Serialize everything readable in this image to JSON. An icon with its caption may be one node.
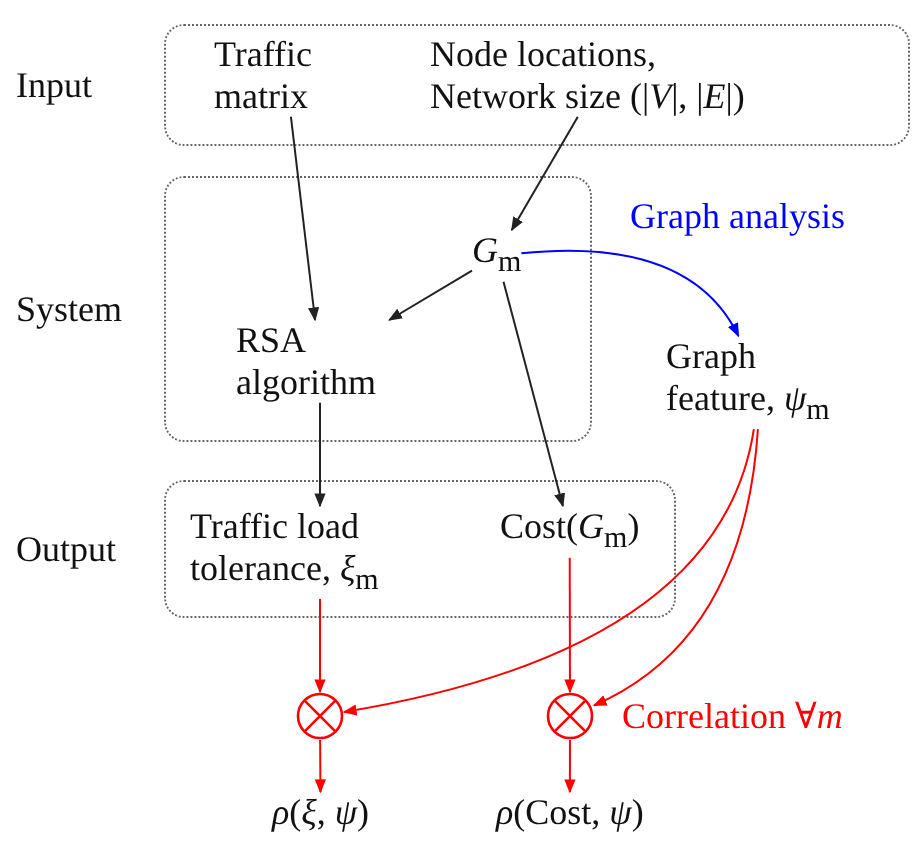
{
  "diagram": {
    "nodes": [
      {
        "text": [
          "Input"
        ]
      },
      {
        "text": [
          "Traffic matrix"
        ],
        "in": 0
      },
      {
        "text": [
          "Node locations, Network size (|*V*|, |*E*|)"
        ],
        "in": 0
      },
      {
        "text": [
          "System"
        ]
      },
      {
        "text": [
          "*G*$_{m}$"
        ],
        "in": 3
      },
      {
        "text": [
          "RSA algorithm"
        ],
        "in": 3
      },
      {
        "text": [
          "Graph feature,  *ψ*$_{m}$"
        ]
      },
      {
        "text": [
          "Output"
        ]
      },
      {
        "text": [
          "Traffic load tolerance,  *ξ*$_{m}$"
        ],
        "in": 7
      },
      {
        "text": [
          "Cost(*G*$_{m}$)"
        ],
        "in": 7
      },
      {
        "text": [],
        "shape": "circle"
      },
      {
        "text": [],
        "shape": "circle"
      },
      {
        "text": [
          "*ρ*(*ξ*, *ψ*)"
        ]
      },
      {
        "text": [
          "*ρ*(Cost, *ψ*)"
        ]
      }
    ],
    "edges": [
      {
        "from": 1,
        "to": 5,
        "arrow": "to",
        "color": "#222222"
      },
      {
        "from": 2,
        "to": 4,
        "arrow": "to",
        "color": "#222222"
      },
      {
        "from": 4,
        "to": 5,
        "arrow": "to",
        "color": "#222222"
      },
      {
        "from": 4,
        "to": 9,
        "arrow": "to",
        "color": "#222222"
      },
      {
        "from": 4,
        "to": 6,
        "arrow": "to",
        "label": "Graph analysis",
        "color": "#0000ff"
      },
      {
        "from": 5,
        "to": 8,
        "arrow": "to",
        "color": "#222222"
      },
      {
        "from": 8,
        "to": 10,
        "arrow": "to"
      },
      {
        "from": 6,
        "to": 10,
        "arrow": "to"
      },
      {
        "from": 9,
        "to": 11,
        "arrow": "to"
      },
      {
        "from": 6,
        "to": 11,
        "arrow": "to"
      },
      {
        "from": 10,
        "to": 12,
        "arrow": "to"
      },
      {
        "from": 11,
        "to": 13,
        "arrow": "to"
      }
    ],
    "labels": [
      "Correlation ∀*m*"
    ]
  }
}
